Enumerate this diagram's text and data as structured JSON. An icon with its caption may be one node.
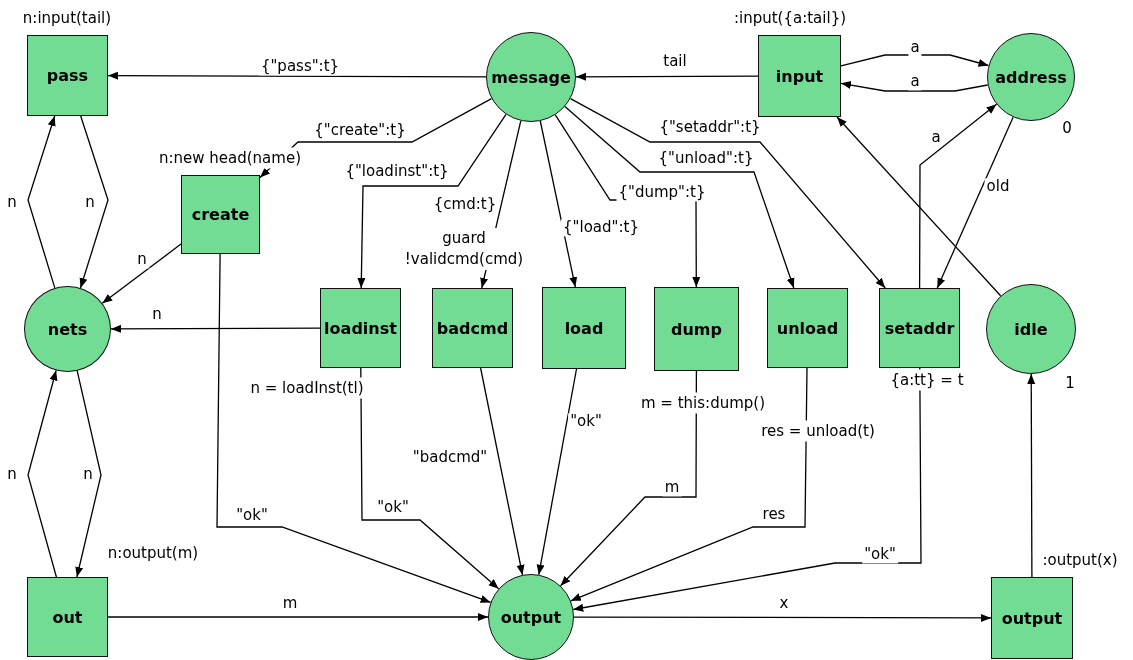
{
  "diagram": {
    "nodes": [
      {
        "text": [
          "pass"
        ],
        "beside": [
          "n:input(tail)"
        ]
      },
      {
        "text": [
          "message"
        ]
      },
      {
        "text": [
          "input"
        ],
        "beside": [
          ":input({a:tail})"
        ]
      },
      {
        "text": [
          "address"
        ],
        "beside": [
          "0"
        ]
      },
      {
        "text": [
          "create"
        ],
        "beside": [
          "n:new head(name)"
        ]
      },
      {
        "text": [
          "nets"
        ]
      },
      {
        "text": [
          "loadinst"
        ],
        "beside": [
          "n = loadInst(tl)"
        ]
      },
      {
        "text": [
          "badcmd"
        ],
        "beside": [
          "guard !validcmd(cmd)"
        ]
      },
      {
        "text": [
          "load"
        ]
      },
      {
        "text": [
          "dump"
        ],
        "beside": [
          "m = this:dump()"
        ]
      },
      {
        "text": [
          "unload"
        ],
        "beside": [
          "res = unload(t)"
        ]
      },
      {
        "text": [
          "setaddr"
        ],
        "beside": [
          "{a:tt} = t"
        ]
      },
      {
        "text": [
          "idle"
        ],
        "beside": [
          "1"
        ]
      },
      {
        "text": [
          "out"
        ],
        "beside": [
          "n:output(m)"
        ]
      },
      {
        "text": [
          "output"
        ]
      },
      {
        "text": [
          "output"
        ],
        "beside": [
          ":output(x)"
        ]
      }
    ],
    "edges": [
      {
        "from": 1,
        "to": 0,
        "arrow": "to",
        "label": "{\"pass\":t}"
      },
      {
        "from": 2,
        "to": 1,
        "arrow": "to",
        "label": "tail"
      },
      {
        "from": 2,
        "to": 3,
        "arrow": "to",
        "label": "a"
      },
      {
        "from": 3,
        "to": 2,
        "arrow": "to",
        "label": "a"
      },
      {
        "from": 1,
        "to": 4,
        "arrow": "to",
        "label": "{\"create\":t}"
      },
      {
        "from": 1,
        "to": 6,
        "arrow": "to",
        "label": "{\"loadinst\":t}"
      },
      {
        "from": 1,
        "to": 7,
        "arrow": "to",
        "label": "{cmd:t}"
      },
      {
        "from": 1,
        "to": 8,
        "arrow": "to",
        "label": "{\"load\":t}"
      },
      {
        "from": 1,
        "to": 9,
        "arrow": "to",
        "label": "{\"dump\":t}"
      },
      {
        "from": 1,
        "to": 10,
        "arrow": "to",
        "label": "{\"unload\":t}"
      },
      {
        "from": 1,
        "to": 11,
        "arrow": "to",
        "label": "{\"setaddr\":t}"
      },
      {
        "from": 11,
        "to": 3,
        "arrow": "to",
        "label": "a"
      },
      {
        "from": 3,
        "to": 11,
        "arrow": "to",
        "label": "old"
      },
      {
        "from": 12,
        "to": 2,
        "arrow": "to"
      },
      {
        "from": 0,
        "to": 5,
        "arrow": "to",
        "label": "n"
      },
      {
        "from": 5,
        "to": 0,
        "arrow": "to",
        "label": "n"
      },
      {
        "from": 4,
        "to": 5,
        "arrow": "to",
        "label": "n"
      },
      {
        "from": 6,
        "to": 5,
        "arrow": "to",
        "label": "n"
      },
      {
        "from": 5,
        "to": 13,
        "arrow": "to",
        "label": "n"
      },
      {
        "from": 13,
        "to": 5,
        "arrow": "to",
        "label": "n"
      },
      {
        "from": 4,
        "to": 14,
        "arrow": "to",
        "label": "\"ok\""
      },
      {
        "from": 6,
        "to": 14,
        "arrow": "to",
        "label": "\"ok\""
      },
      {
        "from": 7,
        "to": 14,
        "arrow": "to",
        "label": "\"badcmd\""
      },
      {
        "from": 8,
        "to": 14,
        "arrow": "to",
        "label": "\"ok\""
      },
      {
        "from": 9,
        "to": 14,
        "arrow": "to",
        "label": "m"
      },
      {
        "from": 10,
        "to": 14,
        "arrow": "to",
        "label": "res"
      },
      {
        "from": 11,
        "to": 14,
        "arrow": "to",
        "label": "\"ok\""
      },
      {
        "from": 13,
        "to": 14,
        "arrow": "to",
        "label": "m"
      },
      {
        "from": 14,
        "to": 15,
        "arrow": "to",
        "label": "x"
      },
      {
        "from": 15,
        "to": 12,
        "arrow": "to"
      }
    ]
  }
}
